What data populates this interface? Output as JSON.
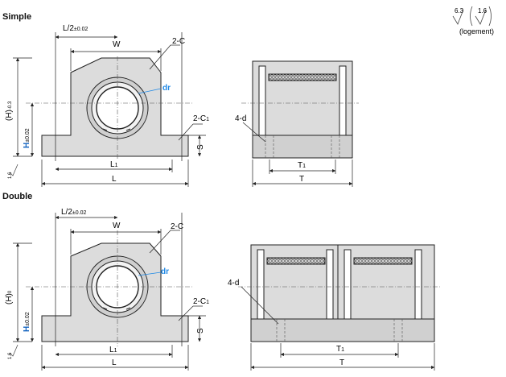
{
  "sections": {
    "simple": "Simple",
    "double": "Double"
  },
  "roughness": {
    "a": "6.3",
    "b": "1.6",
    "note": "(logement)"
  },
  "labels": {
    "half_l_a": "L/2",
    "half_l_b": "±0.02",
    "w": "W",
    "chamfer": "2-C",
    "dr": "dr",
    "h_prefix": "(H)",
    "h_tol": "-0.3",
    "h_tol2": "0",
    "hh_a": "H",
    "hh_b": "±0.02",
    "chamfer1": "2-C",
    "chamfer1_sub": "1",
    "s": "S",
    "l1": "L",
    "l1_sub": "1",
    "l": "L",
    "d4": "4-d",
    "t1": "T",
    "t1_sub": "1",
    "t": "T",
    "rough_base": "1.6"
  },
  "colors": {
    "line": "#222222",
    "body": "#dcdcdc",
    "body_dark": "#c8c8c8",
    "accent": "#1e88e5",
    "h_accent": "#1565c0",
    "dash": "#555555"
  }
}
